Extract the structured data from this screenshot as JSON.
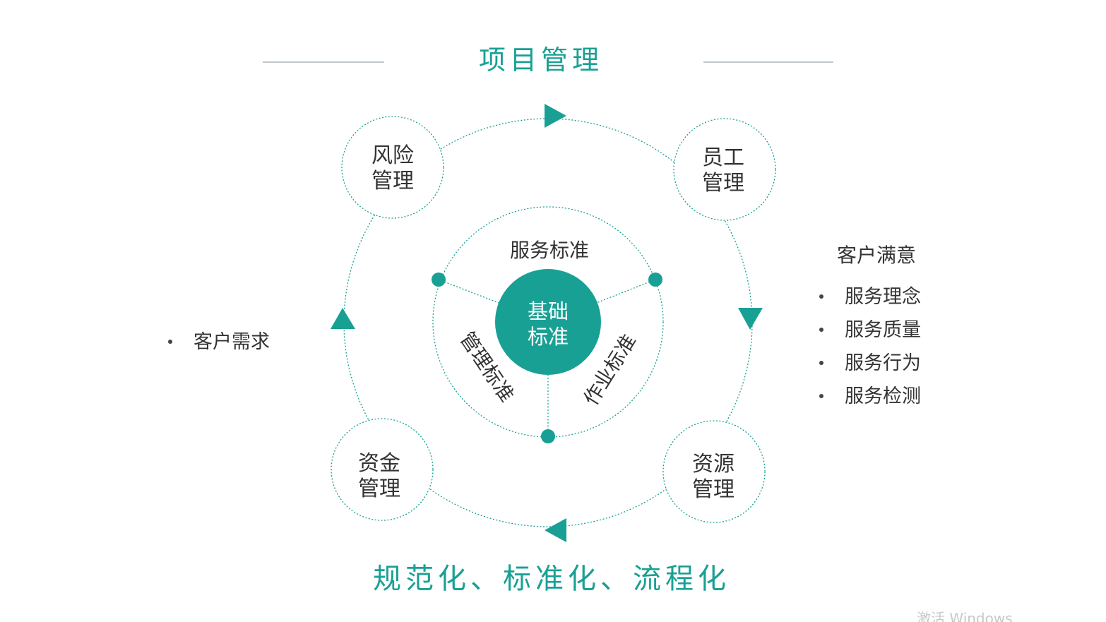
{
  "title": "项目管理",
  "bottom_title": "规范化、标准化、流程化",
  "center": {
    "line1": "基础",
    "line2": "标准"
  },
  "standards": {
    "top": "服务标准",
    "left": "管理标准",
    "right": "作业标准"
  },
  "nodes": {
    "risk": {
      "line1": "风险",
      "line2": "管理"
    },
    "staff": {
      "line1": "员工",
      "line2": "管理"
    },
    "resource": {
      "line1": "资源",
      "line2": "管理"
    },
    "fund": {
      "line1": "资金",
      "line2": "管理"
    }
  },
  "left_list": [
    "客户需求"
  ],
  "right_list": {
    "title": "客户满意",
    "items": [
      "服务理念",
      "服务质量",
      "服务行为",
      "服务检测"
    ]
  },
  "watermark": "激活 Windows",
  "colors": {
    "accent": "#19a094",
    "text": "#333333",
    "rule": "#9aa8b0"
  }
}
